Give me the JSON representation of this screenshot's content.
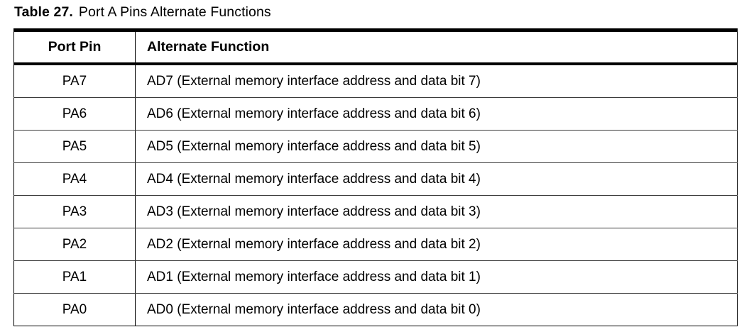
{
  "caption": {
    "label": "Table 27.",
    "title": "Port A Pins Alternate Functions"
  },
  "table": {
    "columns": [
      {
        "key": "port_pin",
        "header": "Port Pin",
        "align": "center"
      },
      {
        "key": "alternate_function",
        "header": "Alternate Function",
        "align": "left"
      }
    ],
    "rows": [
      {
        "port_pin": "PA7",
        "alternate_function": "AD7 (External memory interface address and data bit 7)"
      },
      {
        "port_pin": "PA6",
        "alternate_function": "AD6 (External memory interface address and data bit 6)"
      },
      {
        "port_pin": "PA5",
        "alternate_function": "AD5 (External memory interface address and data bit 5)"
      },
      {
        "port_pin": "PA4",
        "alternate_function": "AD4 (External memory interface address and data bit 4)"
      },
      {
        "port_pin": "PA3",
        "alternate_function": "AD3 (External memory interface address and data bit 3)"
      },
      {
        "port_pin": "PA2",
        "alternate_function": "AD2 (External memory interface address and data bit 2)"
      },
      {
        "port_pin": "PA1",
        "alternate_function": "AD1 (External memory interface address and data bit 1)"
      },
      {
        "port_pin": "PA0",
        "alternate_function": "AD0 (External memory interface address and data bit 0)"
      }
    ]
  },
  "colors": {
    "text": "#000000",
    "background": "#ffffff",
    "rule_heavy": "#000000",
    "rule_light": "#3a3a3a"
  }
}
